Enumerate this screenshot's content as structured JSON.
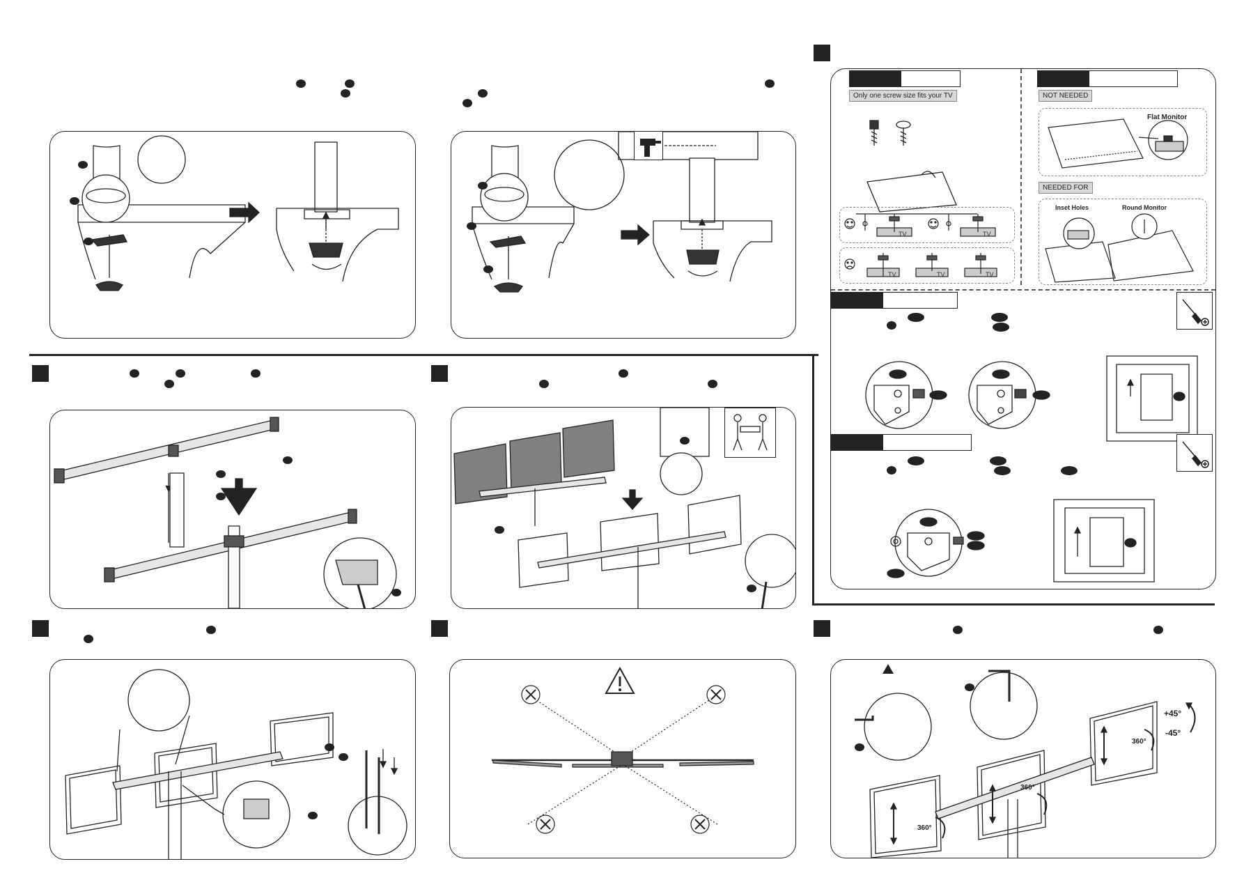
{
  "vesa_section": {
    "tags": {
      "screw_fit": "Only one screw size fits your TV",
      "not_needed": "NOT NEEDED",
      "needed_for": "NEEDED FOR"
    },
    "labels": {
      "flat_monitor": "Flat Monitor",
      "inset_holes": "Inset Holes",
      "round_monitor": "Round Monitor",
      "tv": "TV"
    }
  },
  "tilt_section": {
    "angles": {
      "plus": "+45°",
      "minus": "-45°",
      "swivel": "360°"
    }
  },
  "icons": {
    "warning": "warning-triangle-icon",
    "screwdriver": "phillips-screwdriver-icon",
    "two_person": "two-person-lift-icon",
    "drill": "power-drill-icon",
    "arrow": "right-arrow-icon"
  },
  "colors": {
    "ink": "#222222",
    "tag_fill": "#d8d8d8",
    "monitor_fill": "#808080"
  }
}
